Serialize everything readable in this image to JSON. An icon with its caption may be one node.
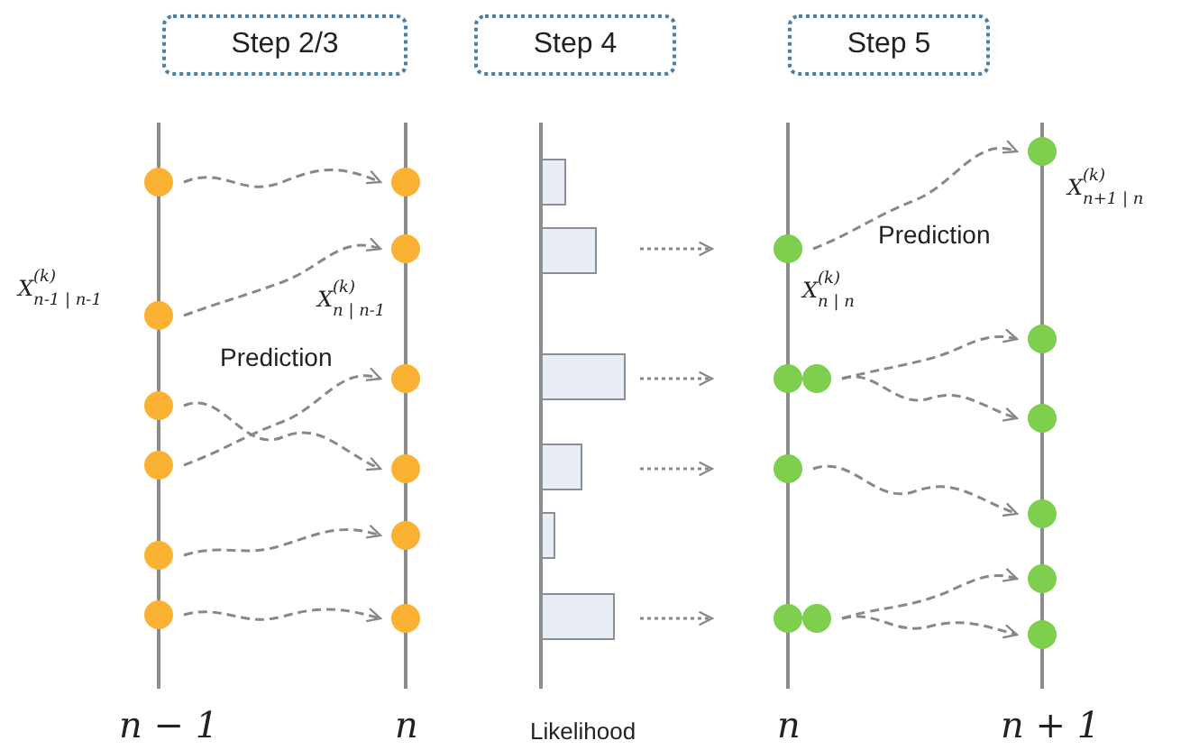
{
  "diagram": {
    "nodes": [
      {
        "text": [
          "Step 2/3"
        ]
      },
      {
        "text": [
          "Step 4"
        ]
      },
      {
        "text": [
          "Step 5"
        ]
      },
      {
        "text": [],
        "shape": "circle"
      },
      {
        "text": [],
        "shape": "circle",
        "beside": [
          "X$^{(k)}$$_{n-1 | n-1}$"
        ]
      },
      {
        "text": [],
        "shape": "circle"
      },
      {
        "text": [],
        "shape": "circle"
      },
      {
        "text": [],
        "shape": "circle"
      },
      {
        "text": [],
        "shape": "circle"
      },
      {
        "text": [],
        "shape": "circle"
      },
      {
        "text": [],
        "shape": "circle",
        "beside": [
          "X$^{(k)}$$_{n | n-1}$"
        ]
      },
      {
        "text": [],
        "shape": "circle"
      },
      {
        "text": [],
        "shape": "circle"
      },
      {
        "text": [],
        "shape": "circle"
      },
      {
        "text": [],
        "shape": "circle"
      },
      {
        "text": [],
        "shape": "bar"
      },
      {
        "text": [],
        "shape": "bar"
      },
      {
        "text": [],
        "shape": "bar"
      },
      {
        "text": [],
        "shape": "bar"
      },
      {
        "text": [],
        "shape": "bar"
      },
      {
        "text": [],
        "shape": "bar"
      },
      {
        "text": [],
        "shape": "circle",
        "beside": [
          "X$^{(k)}$$_{n | n}$"
        ]
      },
      {
        "text": [],
        "shape": "circle"
      },
      {
        "text": [],
        "shape": "circle"
      },
      {
        "text": [],
        "shape": "circle"
      },
      {
        "text": [],
        "shape": "circle"
      },
      {
        "text": [],
        "shape": "circle"
      },
      {
        "text": [],
        "shape": "circle",
        "beside": [
          "X$^{(k)}$$_{n+1 | n}$"
        ]
      },
      {
        "text": [],
        "shape": "circle"
      },
      {
        "text": [],
        "shape": "circle"
      },
      {
        "text": [],
        "shape": "circle"
      },
      {
        "text": [],
        "shape": "circle"
      },
      {
        "text": [],
        "shape": "circle"
      }
    ],
    "edges": [
      {
        "from": 3,
        "to": 9,
        "arrow": "to",
        "style": "dashed"
      },
      {
        "from": 4,
        "to": 10,
        "arrow": "to",
        "style": "dashed"
      },
      {
        "from": 5,
        "to": 12,
        "arrow": "to",
        "style": "dashed"
      },
      {
        "from": 6,
        "to": 11,
        "arrow": "to",
        "style": "dashed"
      },
      {
        "from": 7,
        "to": 13,
        "arrow": "to",
        "style": "dashed"
      },
      {
        "from": 8,
        "to": 14,
        "arrow": "to",
        "style": "dashed"
      },
      {
        "from": 16,
        "to": 21,
        "arrow": "to",
        "style": "dashed"
      },
      {
        "from": 17,
        "to": 22,
        "arrow": "to",
        "style": "dashed"
      },
      {
        "from": 18,
        "to": 24,
        "arrow": "to",
        "style": "dashed"
      },
      {
        "from": 20,
        "to": 25,
        "arrow": "to",
        "style": "dashed"
      },
      {
        "from": 21,
        "to": 27,
        "arrow": "to",
        "style": "dashed"
      },
      {
        "from": 23,
        "to": 28,
        "arrow": "to",
        "style": "dashed"
      },
      {
        "from": 23,
        "to": 29,
        "arrow": "to",
        "style": "dashed"
      },
      {
        "from": 24,
        "to": 30,
        "arrow": "to",
        "style": "dashed"
      },
      {
        "from": 26,
        "to": 31,
        "arrow": "to",
        "style": "dashed"
      },
      {
        "from": 26,
        "to": 32,
        "arrow": "to",
        "style": "dashed"
      }
    ],
    "labels": [
      "Prediction",
      "Prediction",
      "n − 1",
      "n",
      "Likelihood",
      "n",
      "n + 1"
    ]
  }
}
